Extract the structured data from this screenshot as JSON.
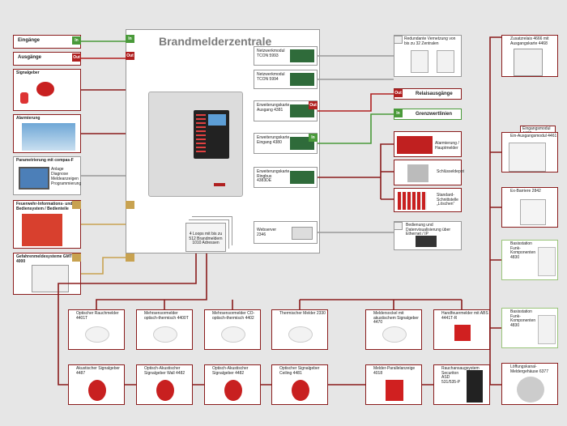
{
  "title": "Brandmelderzentrale",
  "inputs_label": "Eingänge",
  "outputs_label": "Ausgänge",
  "tags": {
    "in": "In",
    "out": "Out"
  },
  "left": [
    "Signalgeber",
    "Alarmierung",
    "Parametrierung mit compas-F",
    "Feuerwehr-Informations- und Bediensystem / Bedienteile",
    "Gefahrenmeldesysteme GMT 4000"
  ],
  "laptop_items": [
    "Anlage",
    "Diagnose",
    "Meldeanzeigen",
    "Programmierung"
  ],
  "modules": [
    {
      "label": "Netzwerkmodul TCON 5993"
    },
    {
      "label": "Netzwerkmodul TCON 5994"
    },
    {
      "label": "Erweiterungskarte Ausgang 4381"
    },
    {
      "label": "Erweiterungskarte Eingang 4380"
    },
    {
      "label": "Erweiterungskarte Ringbus 4383DE"
    },
    {
      "label": "Webserver 2346"
    }
  ],
  "loop_info": "4 Loops mit bis zu 512 Brandmeldern 1010 Adressen",
  "right_mid": {
    "redundancy": "Redundante Vernetzung von bis zu 32 Zentralen",
    "relay": "Relaisausgänge",
    "limit": "Grenzwertlinien",
    "alarm": "Alarmierung / Hauptmelder",
    "key_depot": "Schlüsseldepot",
    "extinguish": "Standard-Schnittstelle „Löschen“",
    "web": "Bedienung und Datenvisualisierung über Ethernet / IP"
  },
  "far_right": [
    "Zusatzrelais 4666 mit Ausgangskarte 4468",
    "Ein-Ausgangsmodul 4461",
    "Ex-Barriere 2842",
    "Basisstation Funk-Komponenten 4830",
    "Basisstation Funk-Komponenten 4830",
    "Löffungskanal-Meldergehäuse 6377"
  ],
  "far_right_small": "Eingangsmodul 4462",
  "detectors_top": [
    "Optischer Rauchmelder 4401T",
    "Mehrsensormelder optisch-thermisch 4400T",
    "Mehrsensormelder CO-optisch-thermisch 4402",
    "Thermischer Melder 2330",
    "Meldersockel mit akustischem Signalgeber 4470",
    "Handfeuermelder mit ABS 4441T-R"
  ],
  "detectors_bottom": [
    "Akustischer Signalgeber 4487",
    "Optisch-Akustischer Signalgeber Wall 4482",
    "Optisch-Akustischer Signalgeber 4482",
    "Optischer Signalgeber Ceiling 4481",
    "Melder-Parallelanzeige 4018",
    "Rauchansaugsystem Securiton ASD 531/535-P"
  ],
  "colors": {
    "frame": "#8a1c1c",
    "input": "#4a9a3a",
    "output": "#b02020",
    "bus": "#c8a250"
  }
}
